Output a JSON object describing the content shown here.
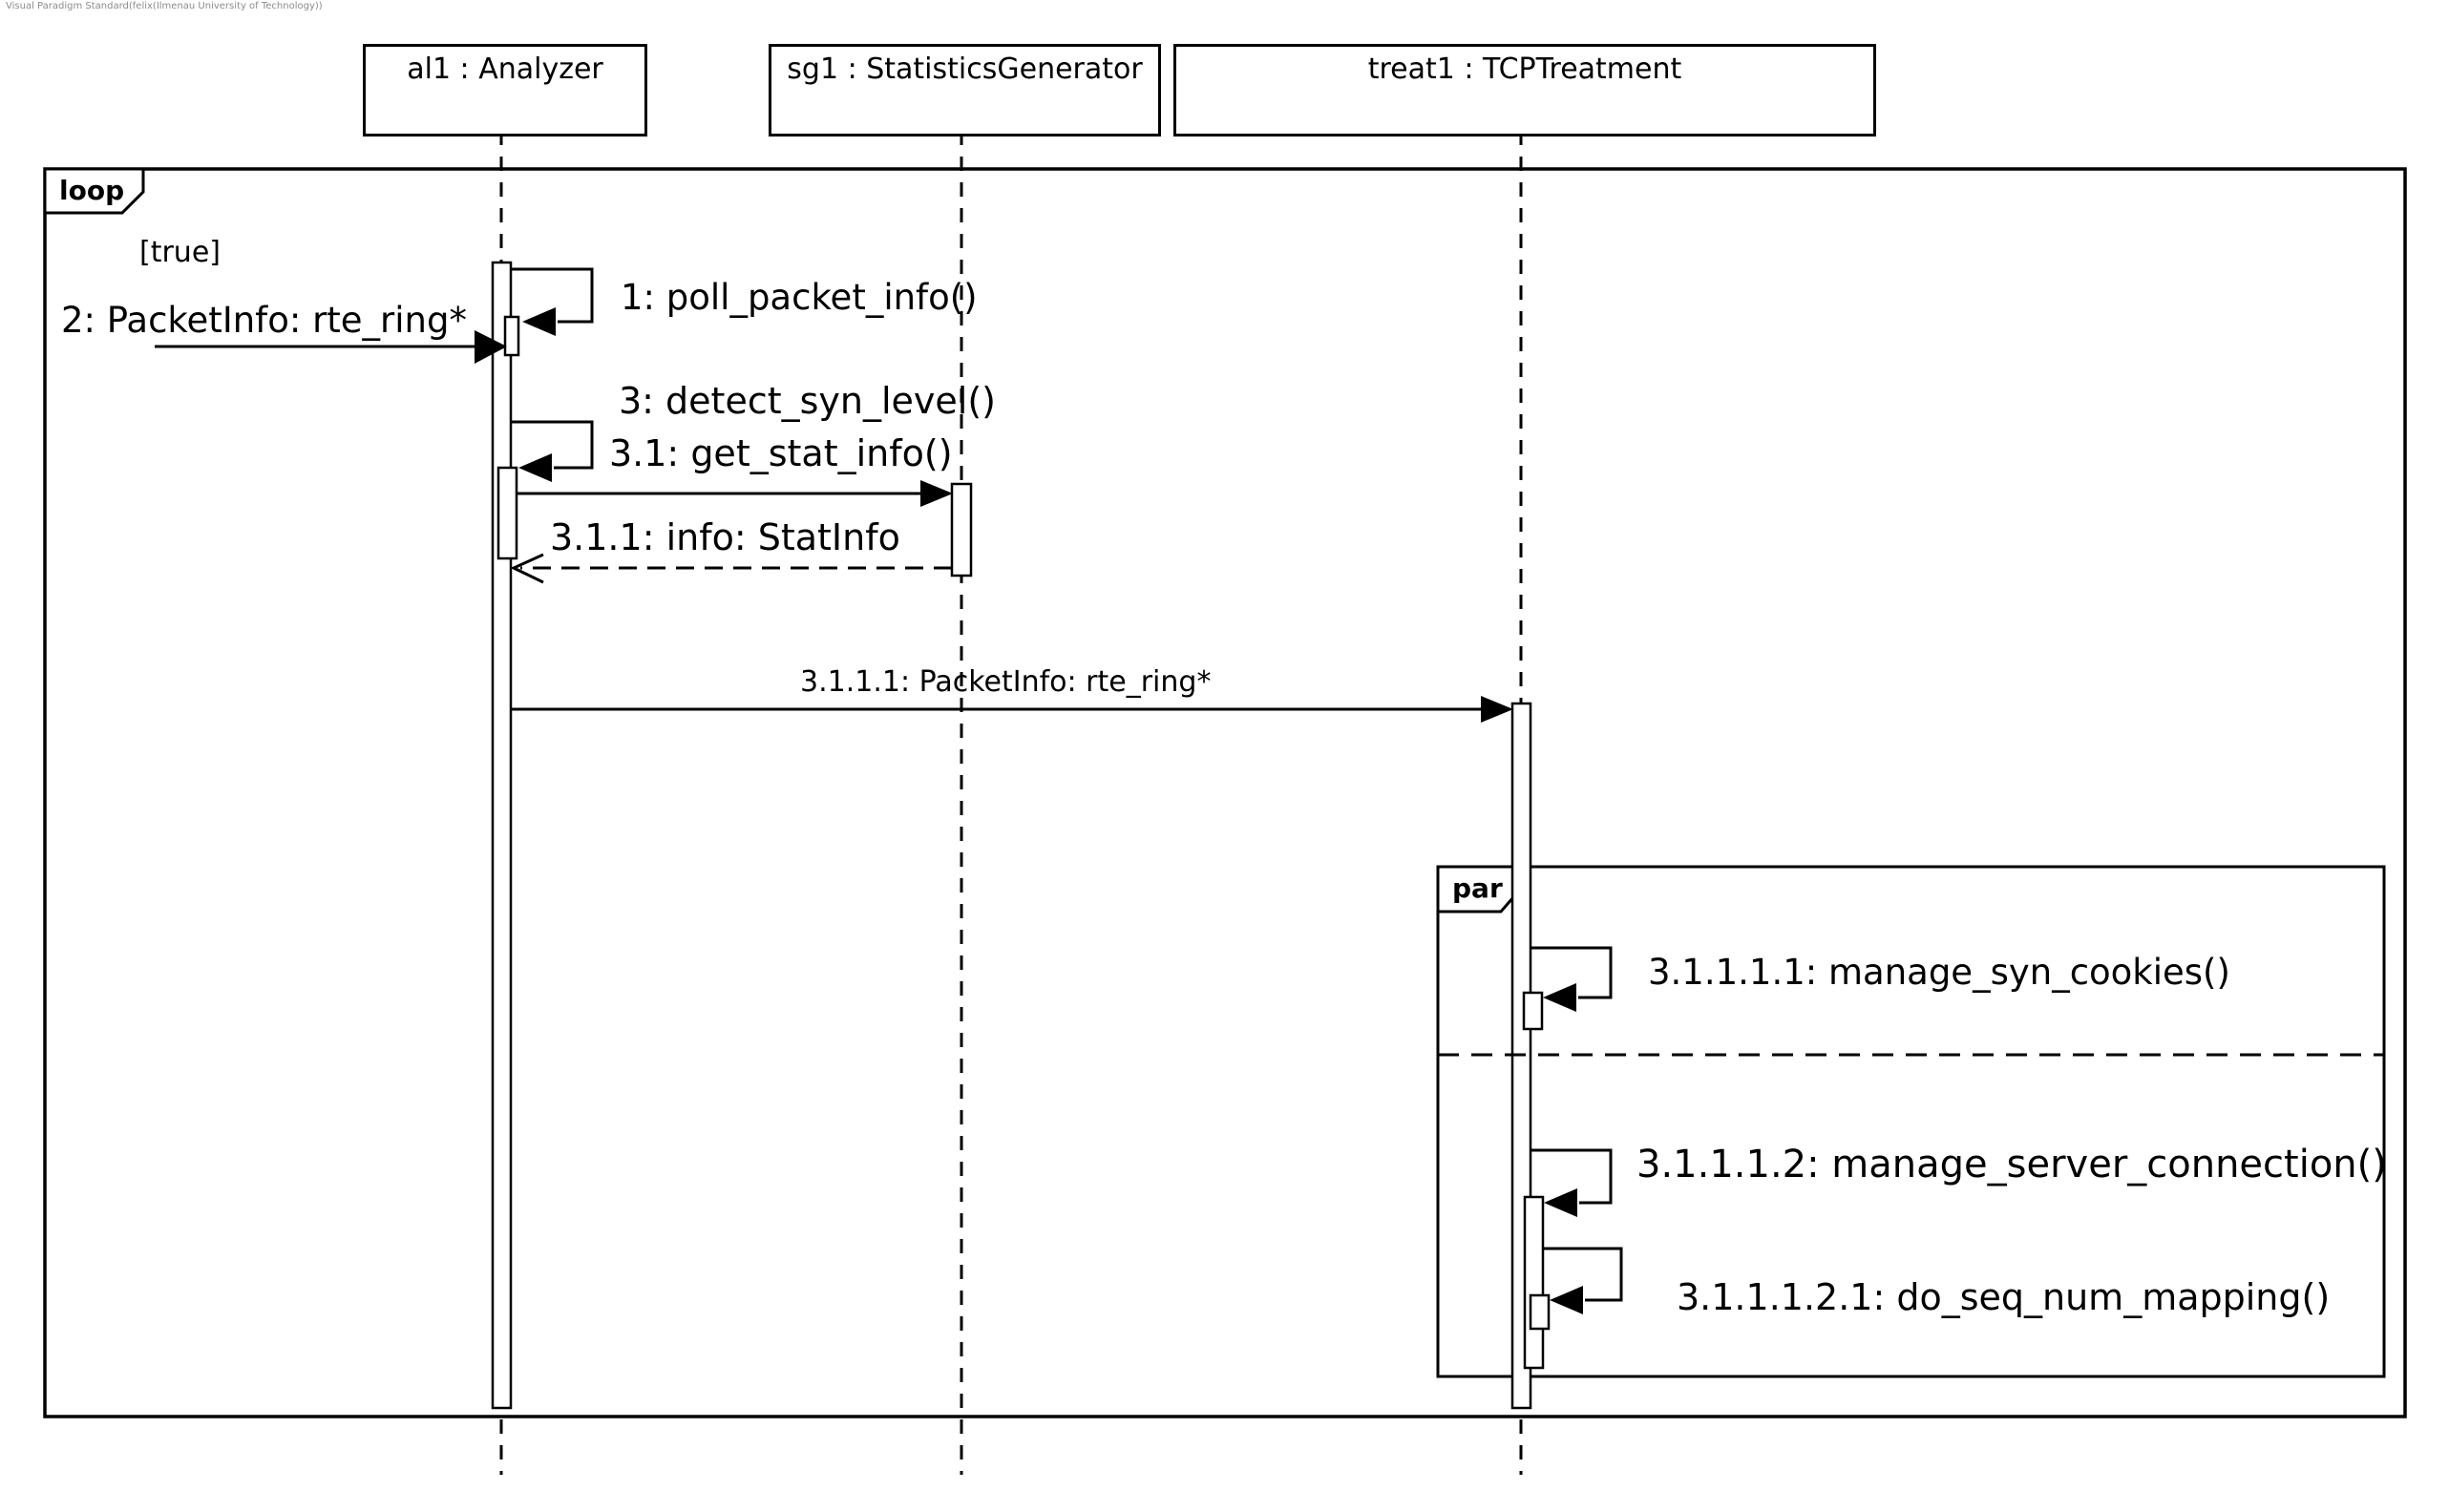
{
  "watermark": "Visual Paradigm Standard(felix(Ilmenau University of Technology))",
  "diagram": {
    "type": "uml-sequence-diagram",
    "colors": {
      "line": "#000000",
      "background": "#ffffff",
      "watermark_text": "#8c8c8c"
    }
  },
  "lifelines": [
    {
      "id": "al1",
      "label": "al1 : Analyzer"
    },
    {
      "id": "sg1",
      "label": "sg1 : StatisticsGenerator"
    },
    {
      "id": "treat1",
      "label": "treat1 : TCPTreatment"
    }
  ],
  "fragments": {
    "loop": {
      "operator": "loop",
      "guard": "[true]"
    },
    "par": {
      "operator": "par",
      "operand_count": 2
    }
  },
  "messages": [
    {
      "seq": "1",
      "label": "1: poll_packet_info()",
      "type": "self",
      "from": "al1",
      "to": "al1"
    },
    {
      "seq": "2",
      "label": "2: PacketInfo: rte_ring*",
      "type": "found",
      "from": "",
      "to": "al1"
    },
    {
      "seq": "3",
      "label": "3: detect_syn_level()",
      "type": "self",
      "from": "al1",
      "to": "al1"
    },
    {
      "seq": "3.1",
      "label": "3.1: get_stat_info()",
      "type": "call",
      "from": "al1",
      "to": "sg1"
    },
    {
      "seq": "3.1.1",
      "label": "3.1.1: info: StatInfo",
      "type": "return",
      "from": "sg1",
      "to": "al1"
    },
    {
      "seq": "3.1.1.1",
      "label": "3.1.1.1: PacketInfo: rte_ring*",
      "type": "call",
      "from": "al1",
      "to": "treat1"
    },
    {
      "seq": "3.1.1.1.1",
      "label": "3.1.1.1.1: manage_syn_cookies()",
      "type": "self",
      "from": "treat1",
      "to": "treat1"
    },
    {
      "seq": "3.1.1.1.2",
      "label": "3.1.1.1.2: manage_server_connection()",
      "type": "self",
      "from": "treat1",
      "to": "treat1"
    },
    {
      "seq": "3.1.1.1.2.1",
      "label": "3.1.1.1.2.1: do_seq_num_mapping()",
      "type": "self",
      "from": "treat1",
      "to": "treat1"
    }
  ]
}
